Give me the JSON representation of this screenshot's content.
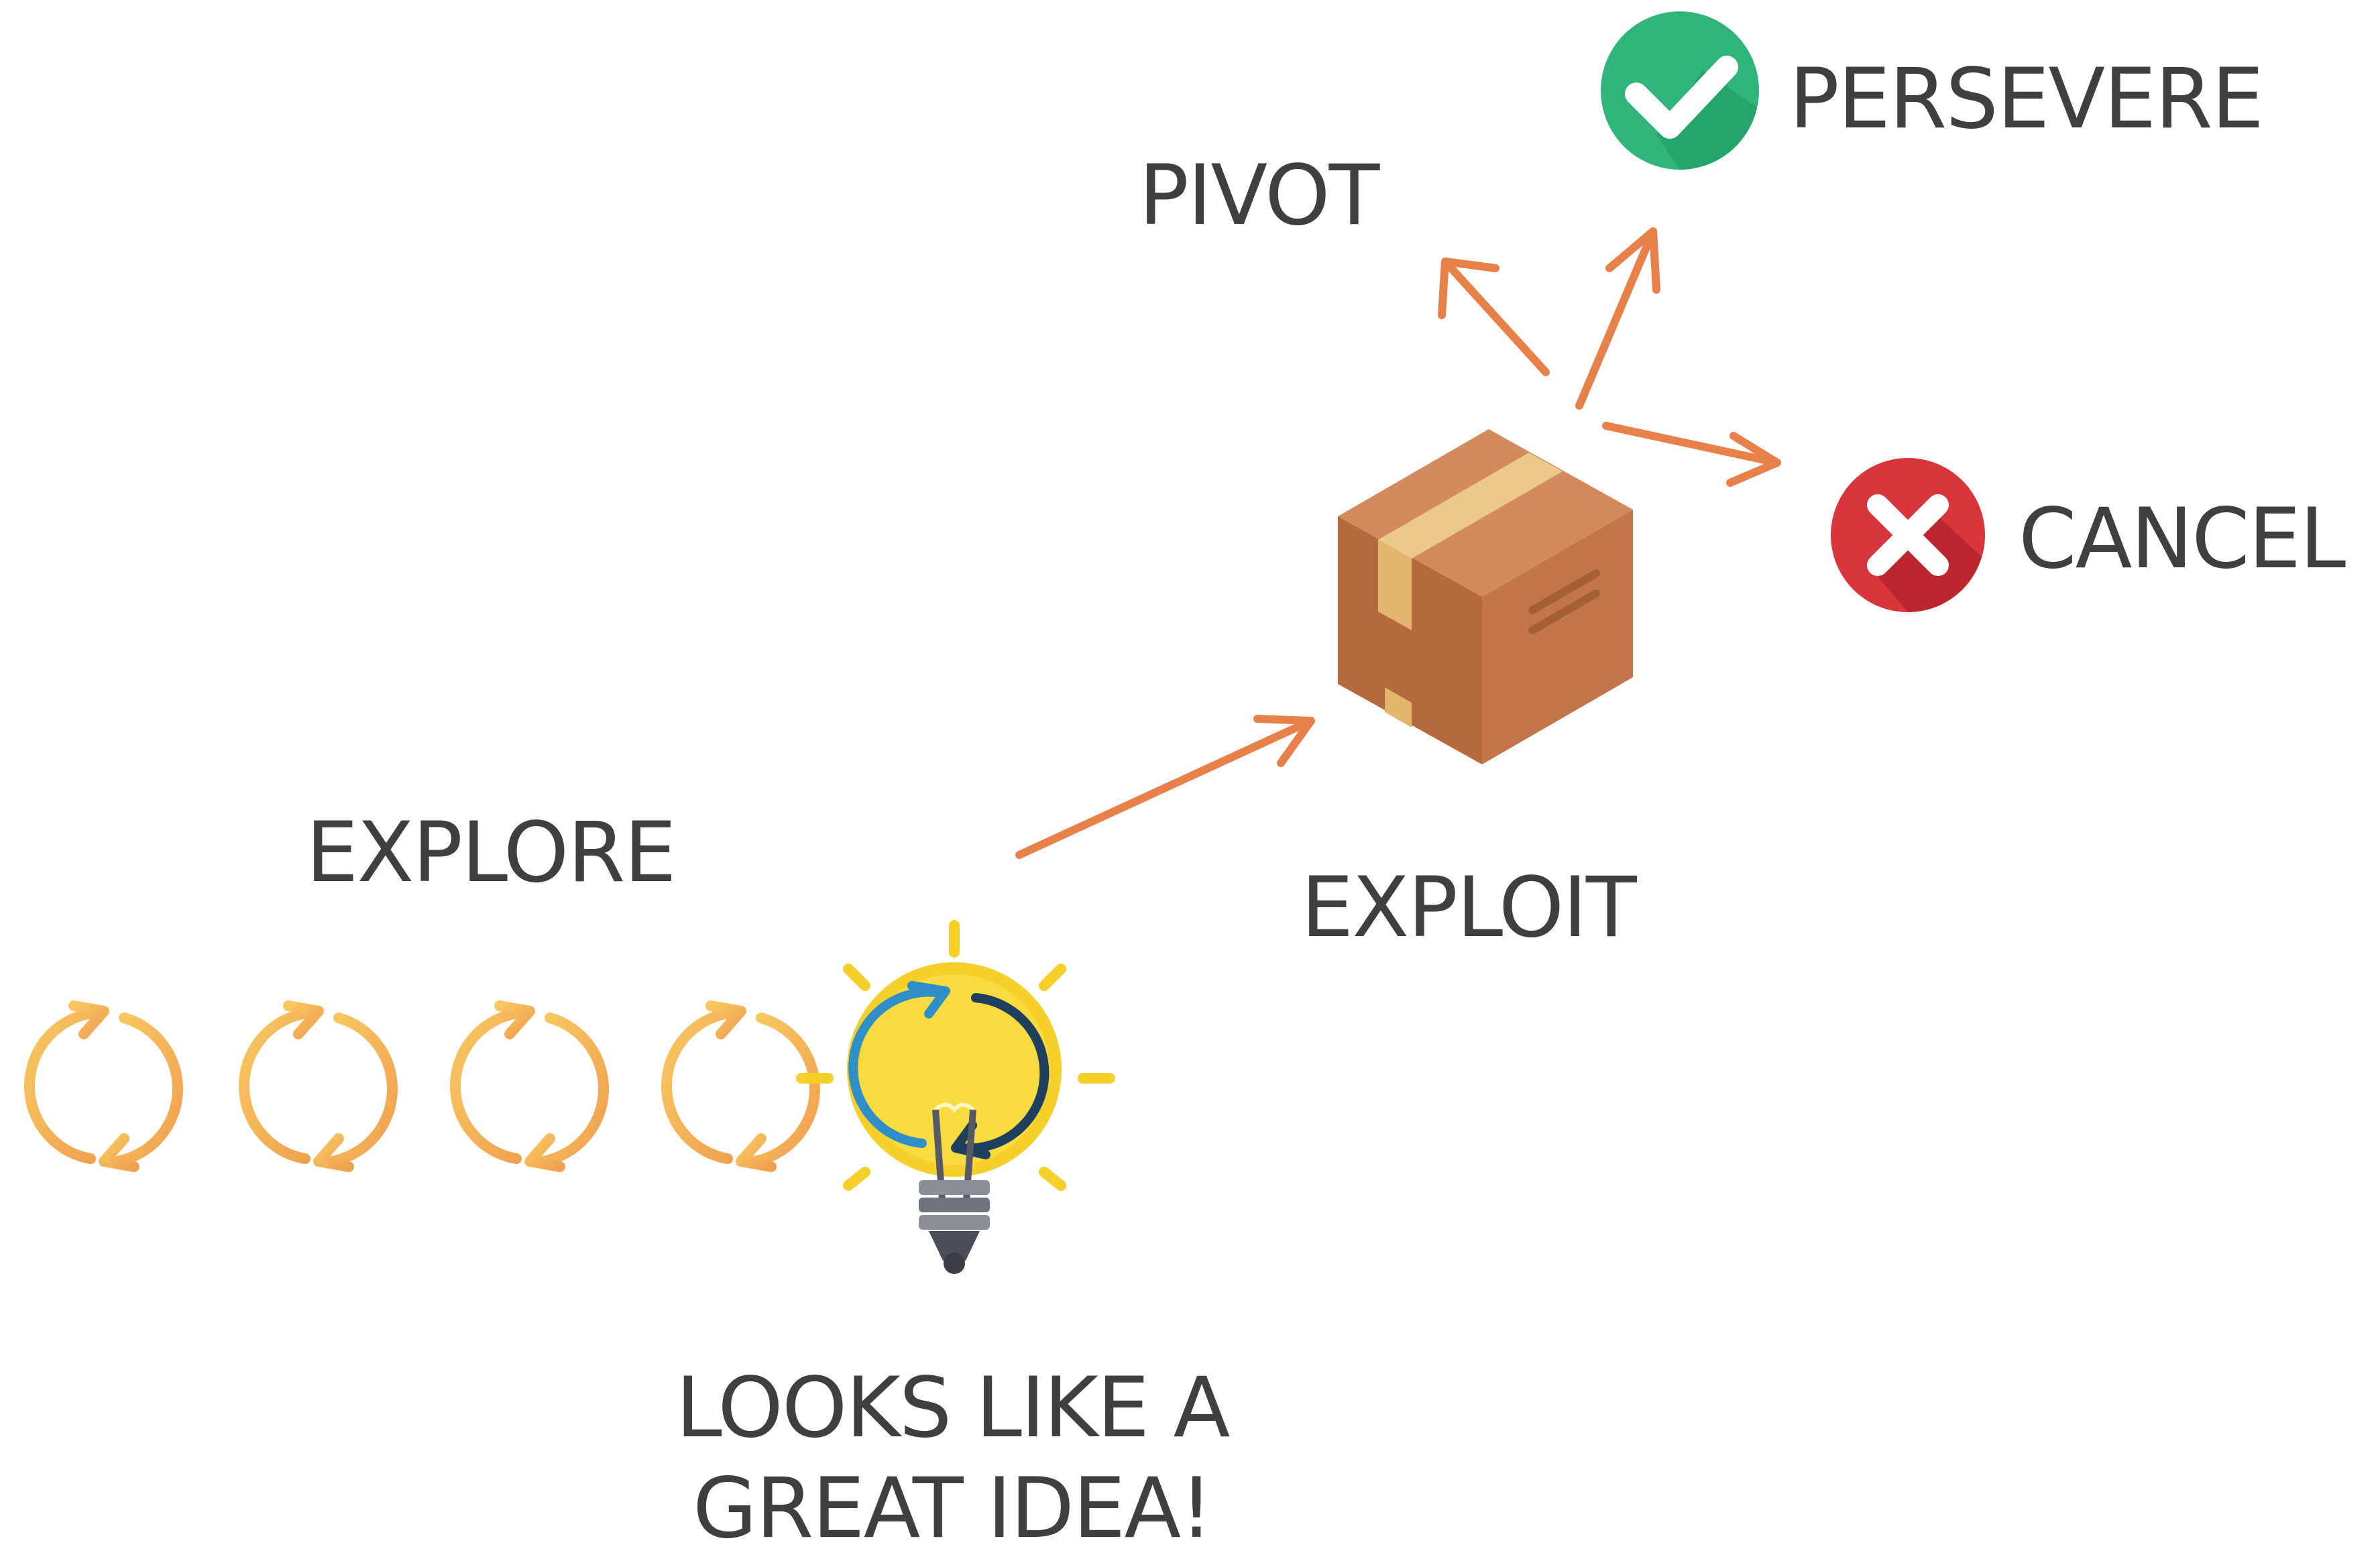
{
  "labels": {
    "persevere": "PERSEVERE",
    "pivot": "PIVOT",
    "cancel": "CANCEL",
    "explore": "EXPLORE",
    "exploit": "EXPLOIT",
    "idea_line1": "LOOKS LIKE A",
    "idea_line2": "GREAT IDEA!"
  },
  "icons": {
    "cycle": "cycle-arrows-icon",
    "bulb": "lightbulb-icon",
    "box": "package-box-icon",
    "check": "check-circle-icon",
    "cross": "cross-circle-icon"
  },
  "colors": {
    "arrow": "#e8804a",
    "text": "#3f3f3f",
    "check_bg": "#2fb57a",
    "cross_bg": "#d8353d",
    "cycle": "#f5b45a",
    "bulb": "#f5cf2a"
  }
}
